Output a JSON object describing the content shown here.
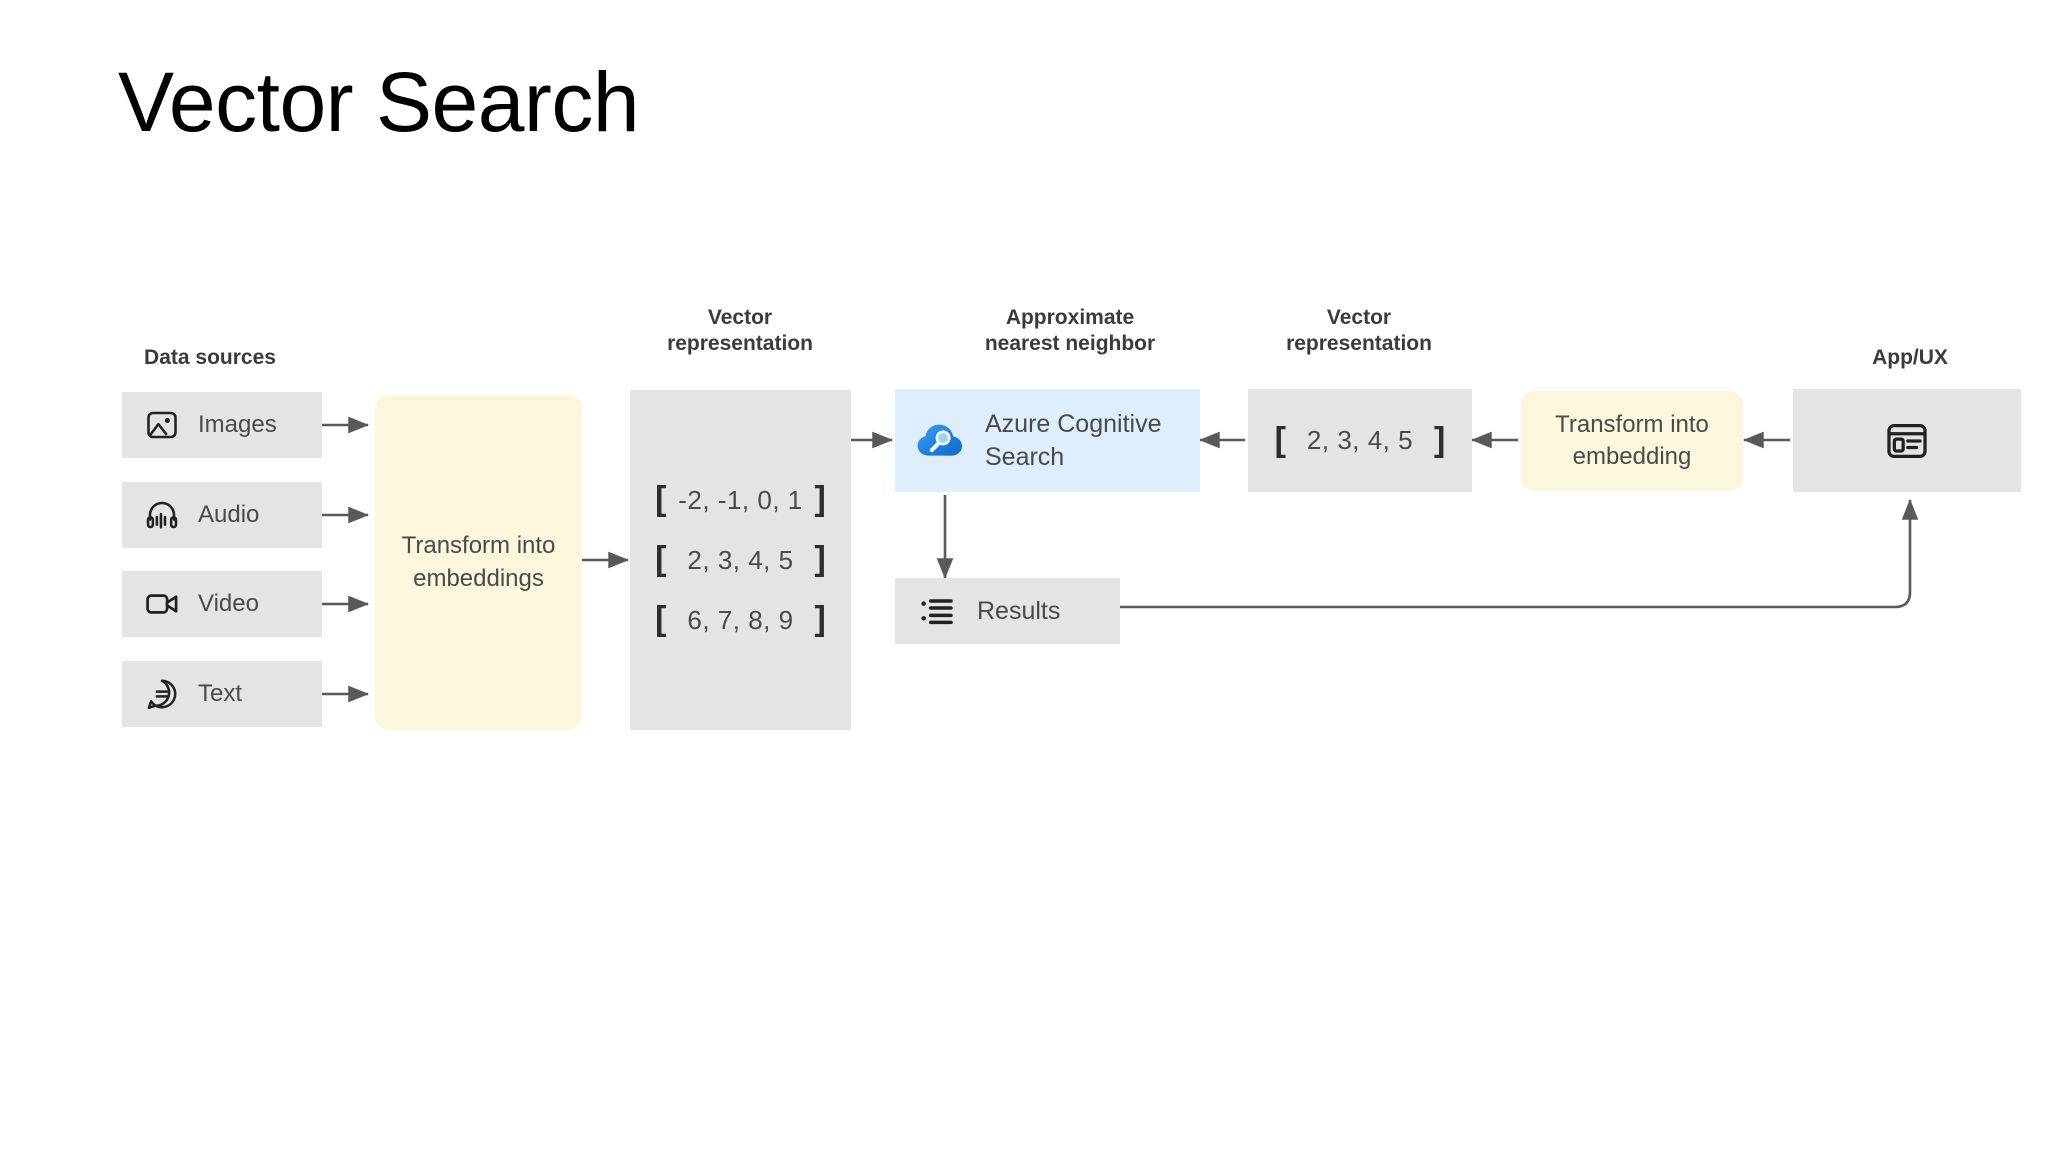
{
  "slide": {
    "title": "Vector Search",
    "background_color": "#ffffff"
  },
  "colors": {
    "box_gray": "#e4e4e4",
    "box_blue": "#dfeefc",
    "box_yellow": "#fbf7dc",
    "text_gray": "#4a4a4a",
    "heading_dark": "#3b3b3b",
    "arrow": "#595959",
    "azure_blue": "#1d8fe8"
  },
  "headings": {
    "data_sources": "Data sources",
    "vector_representation_left": "Vector\nrepresentation",
    "approximate_nearest_neighbor": "Approximate\nnearest neighbor",
    "vector_representation_right": "Vector\nrepresentation",
    "app_ux": "App/UX"
  },
  "data_sources": [
    {
      "label": "Images",
      "icon": "image-icon"
    },
    {
      "label": "Audio",
      "icon": "headphones-icon"
    },
    {
      "label": "Video",
      "icon": "video-camera-icon"
    },
    {
      "label": "Text",
      "icon": "chat-bubble-icon"
    }
  ],
  "transform_left": {
    "label": "Transform into\nembeddings"
  },
  "vector_left": {
    "rows": [
      {
        "open": "[",
        "values": "-2, -1, 0, 1",
        "close": "]"
      },
      {
        "open": "[",
        "values": "2, 3, 4, 5",
        "close": "]"
      },
      {
        "open": "[",
        "values": "6, 7, 8, 9",
        "close": "]"
      }
    ]
  },
  "ann": {
    "label": "Azure Cognitive\nSearch",
    "icon": "azure-search-cloud-icon"
  },
  "results": {
    "label": "Results",
    "icon": "bulleted-list-icon"
  },
  "vector_right": {
    "open": "[",
    "values": "2, 3, 4, 5",
    "close": "]"
  },
  "transform_right": {
    "label": "Transform into\nembedding"
  },
  "app_ux": {
    "icon": "app-window-icon"
  }
}
